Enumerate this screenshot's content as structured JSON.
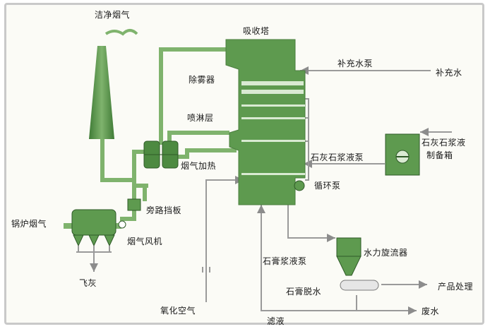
{
  "labels": {
    "clean_flue_gas": "洁净烟气",
    "absorber": "吸收塔",
    "demister": "除雾器",
    "spray_layer": "喷淋层",
    "flue_gas_heating": "烟气加热",
    "makeup_water_pump": "补充水泵",
    "makeup_water": "补充水",
    "limestone_slurry_pump": "石灰石浆液泵",
    "limestone_prep_box_line1": "石灰石浆液",
    "limestone_prep_box_line2": "制备箱",
    "circulation_pump": "循环泵",
    "bypass_damper": "旁路挡板",
    "boiler_flue_gas": "锅炉烟气",
    "flue_gas_fan": "烟气风机",
    "fly_ash": "飞灰",
    "gypsum_slurry_pump": "石膏浆液泵",
    "hydrocyclone": "水力旋流器",
    "product_treatment": "产品处理",
    "gypsum_dewatering": "石膏脱水",
    "waste_water": "废水",
    "oxidation_air": "氧化空气",
    "filtrate": "滤液"
  },
  "colors": {
    "equipment_green": "#5e9a4f",
    "pipe_green": "#7fb36d",
    "line_gray": "#9a9a9a"
  }
}
